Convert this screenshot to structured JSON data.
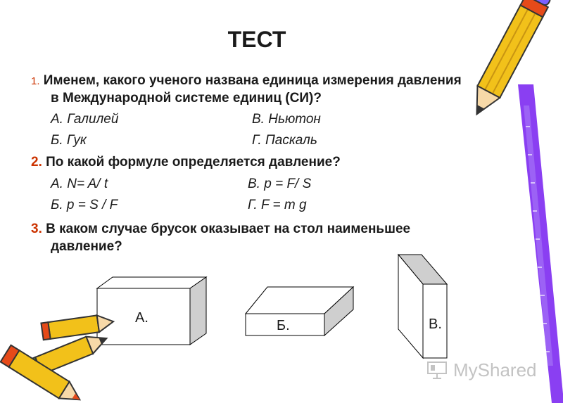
{
  "title": "ТЕСТ",
  "q1": {
    "number": "1.",
    "line1": "Именем, какого ученого названа единица измерения давления",
    "line2": "в Международной системе единиц (СИ)?",
    "options": {
      "a": "А. Галилей",
      "v": "В. Ньютон",
      "b": "Б. Гук",
      "g": "Г. Паскаль"
    }
  },
  "q2": {
    "number": "2.",
    "text": "По какой формуле определяется давление?",
    "options": {
      "a": "А. N= A/ t",
      "v": "В. p = F/ S",
      "b": "Б. p = S / F",
      "g": "Г. F = m g"
    }
  },
  "q3": {
    "number": "3.",
    "line1": "В каком случае брусок оказывает на стол наименьшее",
    "line2": "давление?"
  },
  "boxes": {
    "a": "А.",
    "b": "Б.",
    "v": "В."
  },
  "watermark": {
    "text": "MyShared",
    "icon": "projector-screen-icon"
  },
  "colors": {
    "question_number": "#cc3300",
    "ruler": "#8a3ff2",
    "pencil_body": "#f2c11a",
    "pencil_band": "#e64a19",
    "pencil_eraser": "#4caf50"
  }
}
